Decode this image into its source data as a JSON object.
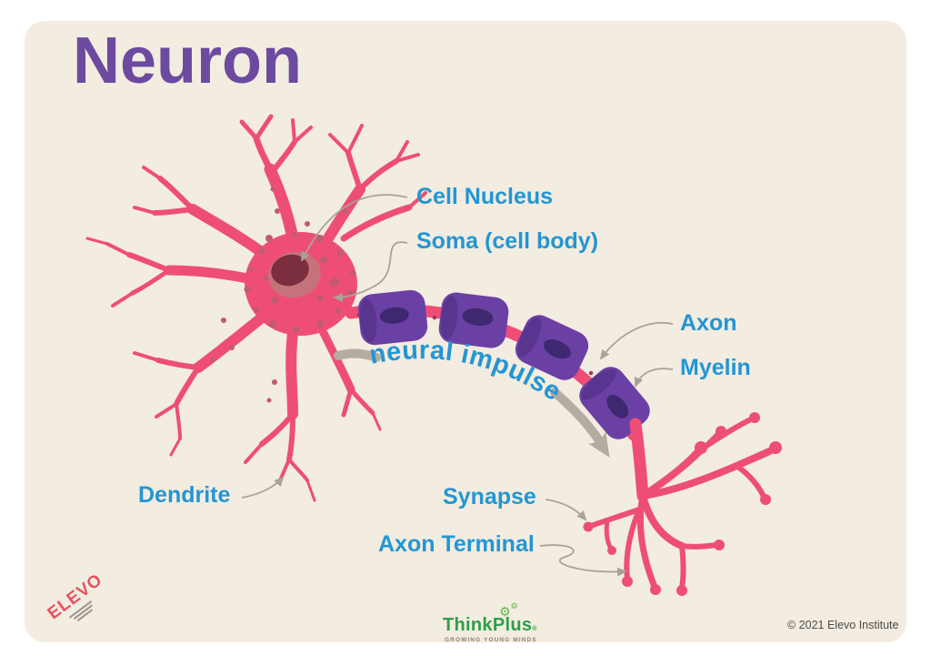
{
  "title": "Neuron",
  "labels": {
    "cell_nucleus": "Cell Nucleus",
    "soma": "Soma (cell body)",
    "axon": "Axon",
    "myelin": "Myelin",
    "dendrite": "Dendrite",
    "synapse": "Synapse",
    "axon_terminal": "Axon Terminal",
    "neural_impulse": "neural impulse"
  },
  "footer": {
    "elevo_logo": "ELEVO",
    "thinkplus_logo": "ThinkPlus",
    "thinkplus_reg": "®",
    "thinkplus_tagline": "GROWING YOUNG MINDS",
    "copyright": "© 2021 Elevo Institute"
  },
  "icons": {
    "gear": "⚙"
  },
  "colors": {
    "page_background": "#ffffff",
    "poster_background": "#f3ece0",
    "title_purple": "#6c4aa0",
    "label_blue": "#2396d3",
    "neuron_pink": "#ee4e75",
    "soma_dots": "#c05c6e",
    "nucleus_outer": "#c5737a",
    "nucleus_inner": "#7b2e3d",
    "myelin_purple": "#6b40a5",
    "myelin_cap": "#5a3590",
    "myelin_spot": "#3e2870",
    "leader_gray": "#a8a29a",
    "impulse_gray": "#b5aca1",
    "elevo_red": "#e8505e",
    "thinkplus_green": "#2f9e49",
    "copyright_gray": "#4b4b4b"
  }
}
